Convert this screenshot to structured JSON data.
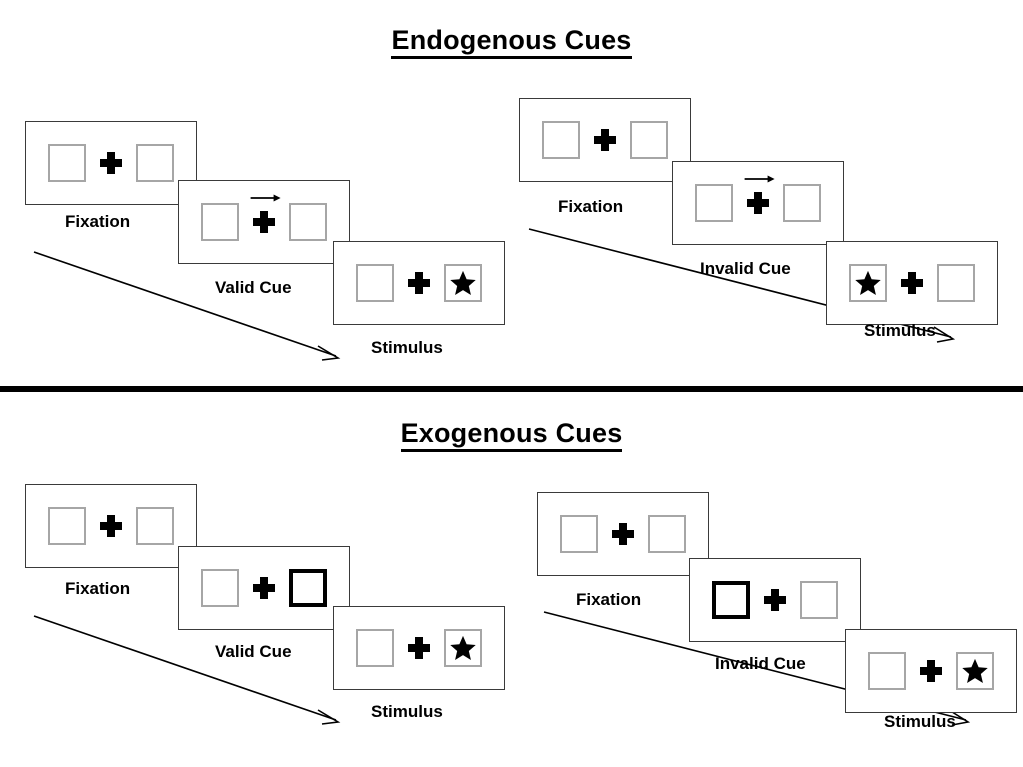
{
  "document": {
    "type": "diagram",
    "title_endogenous": "Endogenous Cues",
    "title_exogenous": "Exogenous Cues"
  },
  "colors": {
    "frame_border": "#3a3a3a",
    "box_border": "#a6a6a6",
    "cue_border": "#000000",
    "star_fill": "#000000",
    "text": "#000000",
    "background": "#ffffff",
    "divider": "#000000"
  },
  "panels": [
    {
      "id": "endogenous-valid",
      "section": "Endogenous Cues",
      "cue_validity": "valid",
      "stages": [
        {
          "label": "Fixation",
          "left_box": {
            "state": "normal",
            "content": "none"
          },
          "center": {
            "plus": true,
            "arrow_cue": "none"
          },
          "right_box": {
            "state": "normal",
            "content": "none"
          }
        },
        {
          "label": "Valid Cue",
          "left_box": {
            "state": "normal",
            "content": "none"
          },
          "center": {
            "plus": true,
            "arrow_cue": "right"
          },
          "right_box": {
            "state": "normal",
            "content": "none"
          }
        },
        {
          "label": "Stimulus",
          "left_box": {
            "state": "normal",
            "content": "none"
          },
          "center": {
            "plus": true,
            "arrow_cue": "none"
          },
          "right_box": {
            "state": "normal",
            "content": "star"
          }
        }
      ]
    },
    {
      "id": "endogenous-invalid",
      "section": "Endogenous Cues",
      "cue_validity": "invalid",
      "stages": [
        {
          "label": "Fixation",
          "left_box": {
            "state": "normal",
            "content": "none"
          },
          "center": {
            "plus": true,
            "arrow_cue": "none"
          },
          "right_box": {
            "state": "normal",
            "content": "none"
          }
        },
        {
          "label": "Invalid Cue",
          "left_box": {
            "state": "normal",
            "content": "none"
          },
          "center": {
            "plus": true,
            "arrow_cue": "right"
          },
          "right_box": {
            "state": "normal",
            "content": "none"
          }
        },
        {
          "label": "Stimulus",
          "left_box": {
            "state": "normal",
            "content": "star"
          },
          "center": {
            "plus": true,
            "arrow_cue": "none"
          },
          "right_box": {
            "state": "normal",
            "content": "none"
          }
        }
      ]
    },
    {
      "id": "exogenous-valid",
      "section": "Exogenous Cues",
      "cue_validity": "valid",
      "stages": [
        {
          "label": "Fixation",
          "left_box": {
            "state": "normal",
            "content": "none"
          },
          "center": {
            "plus": true,
            "arrow_cue": "none"
          },
          "right_box": {
            "state": "normal",
            "content": "none"
          }
        },
        {
          "label": "Valid Cue",
          "left_box": {
            "state": "normal",
            "content": "none"
          },
          "center": {
            "plus": true,
            "arrow_cue": "none"
          },
          "right_box": {
            "state": "cued",
            "content": "none"
          }
        },
        {
          "label": "Stimulus",
          "left_box": {
            "state": "normal",
            "content": "none"
          },
          "center": {
            "plus": true,
            "arrow_cue": "none"
          },
          "right_box": {
            "state": "normal",
            "content": "star"
          }
        }
      ]
    },
    {
      "id": "exogenous-invalid",
      "section": "Exogenous Cues",
      "cue_validity": "invalid",
      "stages": [
        {
          "label": "Fixation",
          "left_box": {
            "state": "normal",
            "content": "none"
          },
          "center": {
            "plus": true,
            "arrow_cue": "none"
          },
          "right_box": {
            "state": "normal",
            "content": "none"
          }
        },
        {
          "label": "Invalid Cue",
          "left_box": {
            "state": "cued",
            "content": "none"
          },
          "center": {
            "plus": true,
            "arrow_cue": "none"
          },
          "right_box": {
            "state": "normal",
            "content": "none"
          }
        },
        {
          "label": "Stimulus",
          "left_box": {
            "state": "normal",
            "content": "none"
          },
          "center": {
            "plus": true,
            "arrow_cue": "none"
          },
          "right_box": {
            "state": "normal",
            "content": "star"
          }
        }
      ]
    }
  ],
  "labels": {
    "p1s1": "Fixation",
    "p1s2": "Valid Cue",
    "p1s3": "Stimulus",
    "p2s1": "Fixation",
    "p2s2": "Invalid Cue",
    "p2s3": "Stimulus",
    "p3s1": "Fixation",
    "p3s2": "Valid Cue",
    "p3s3": "Stimulus",
    "p4s1": "Fixation",
    "p4s2": "Invalid Cue",
    "p4s3": "Stimulus"
  },
  "icons": {
    "star": "star-icon",
    "plus": "fixation-cross-icon",
    "arrow_cue": "arrow-right-cue-icon",
    "sequence_arrow": "sequence-arrow-icon"
  }
}
